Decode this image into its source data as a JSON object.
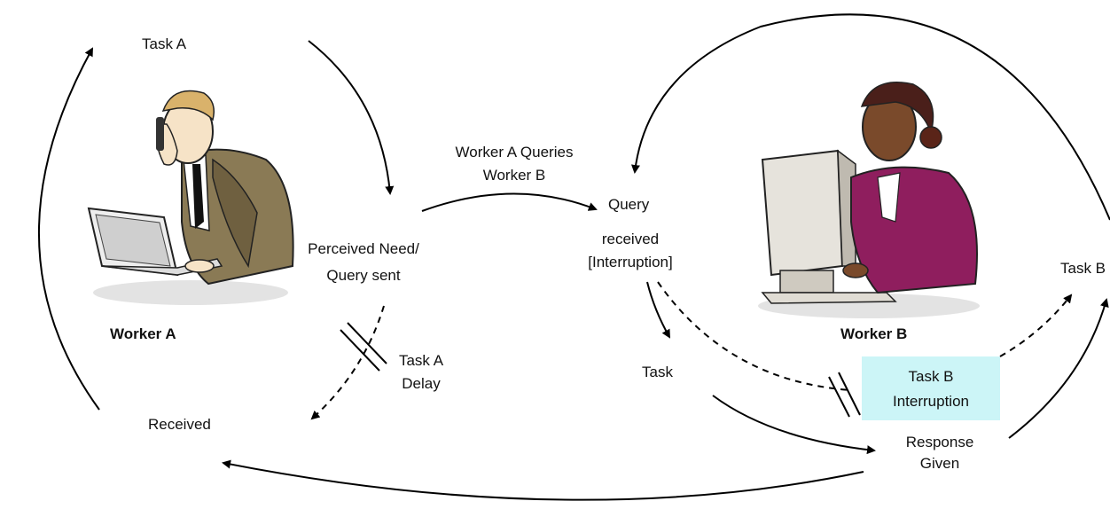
{
  "labels": {
    "task_a": "Task A",
    "worker_a": "Worker A",
    "perceived_need_line1": "Perceived Need/",
    "perceived_need_line2": "Query sent",
    "received": "Received",
    "task_a_delay_line1": "Task A",
    "task_a_delay_line2": "Delay",
    "queries_line1": "Worker A Queries",
    "queries_line2": "Worker B",
    "query": "Query",
    "query_received_line1": "received",
    "query_received_line2": "[Interruption]",
    "task": "Task",
    "worker_b": "Worker B",
    "task_b_interruption_line1": "Task B",
    "task_b_interruption_line2": "Interruption",
    "response_line1": "Response",
    "response_line2": "Given",
    "task_b": "Task B"
  },
  "colors": {
    "interruption_highlight": "#ccf5f7",
    "worker_a_jacket": "#8a7a55",
    "worker_b_jacket": "#8f1e5e"
  },
  "icons": {
    "worker_a": "man-on-phone-at-laptop-clipart",
    "worker_b": "woman-at-computer-clipart"
  }
}
